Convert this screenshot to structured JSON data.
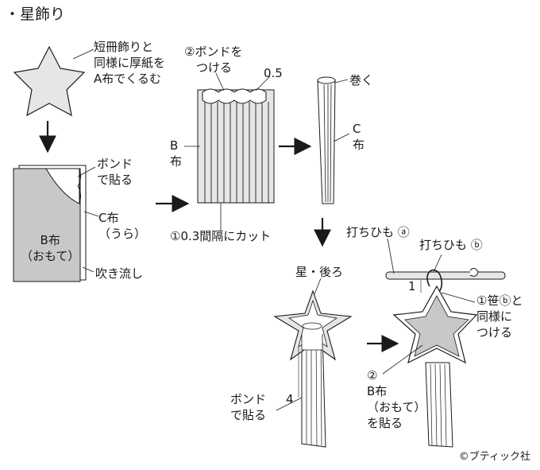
{
  "title": "・星飾り",
  "labels": {
    "star_note": "短冊飾りと\n同様に厚紙を\nA布でくるむ",
    "bond_apply": "②ボンドを\n　つける",
    "size_05": "0.5",
    "roll": "巻く",
    "cloth_c_right": "C\n布",
    "cloth_b_left": "B\n布",
    "bond_paste_1": "ボンド\nで貼る",
    "cloth_c_back": "C布\n（うら）",
    "cloth_b_front": "B布\n（おもて）",
    "fukinagashi": "吹き流し",
    "cut_interval": "①0.3間隔にカット",
    "cord_a": "打ちひも ⓐ",
    "cord_b": "打ちひも ⓑ",
    "star_back": "星・後ろ",
    "size_1": "1",
    "same_as_bamboo": "①笹ⓑと\n同様に\nつける",
    "bond_paste_2": "ボンド\nで貼る",
    "size_4": "4",
    "paste_b_front": "②\nB布\n（おもて）\nを貼る"
  },
  "copyright": "©ブティック社",
  "colors": {
    "line": "#1a1a1a",
    "fill_gray": "#c8c8c8",
    "fill_light": "#e6e6e6",
    "paper": "#ffffff"
  }
}
